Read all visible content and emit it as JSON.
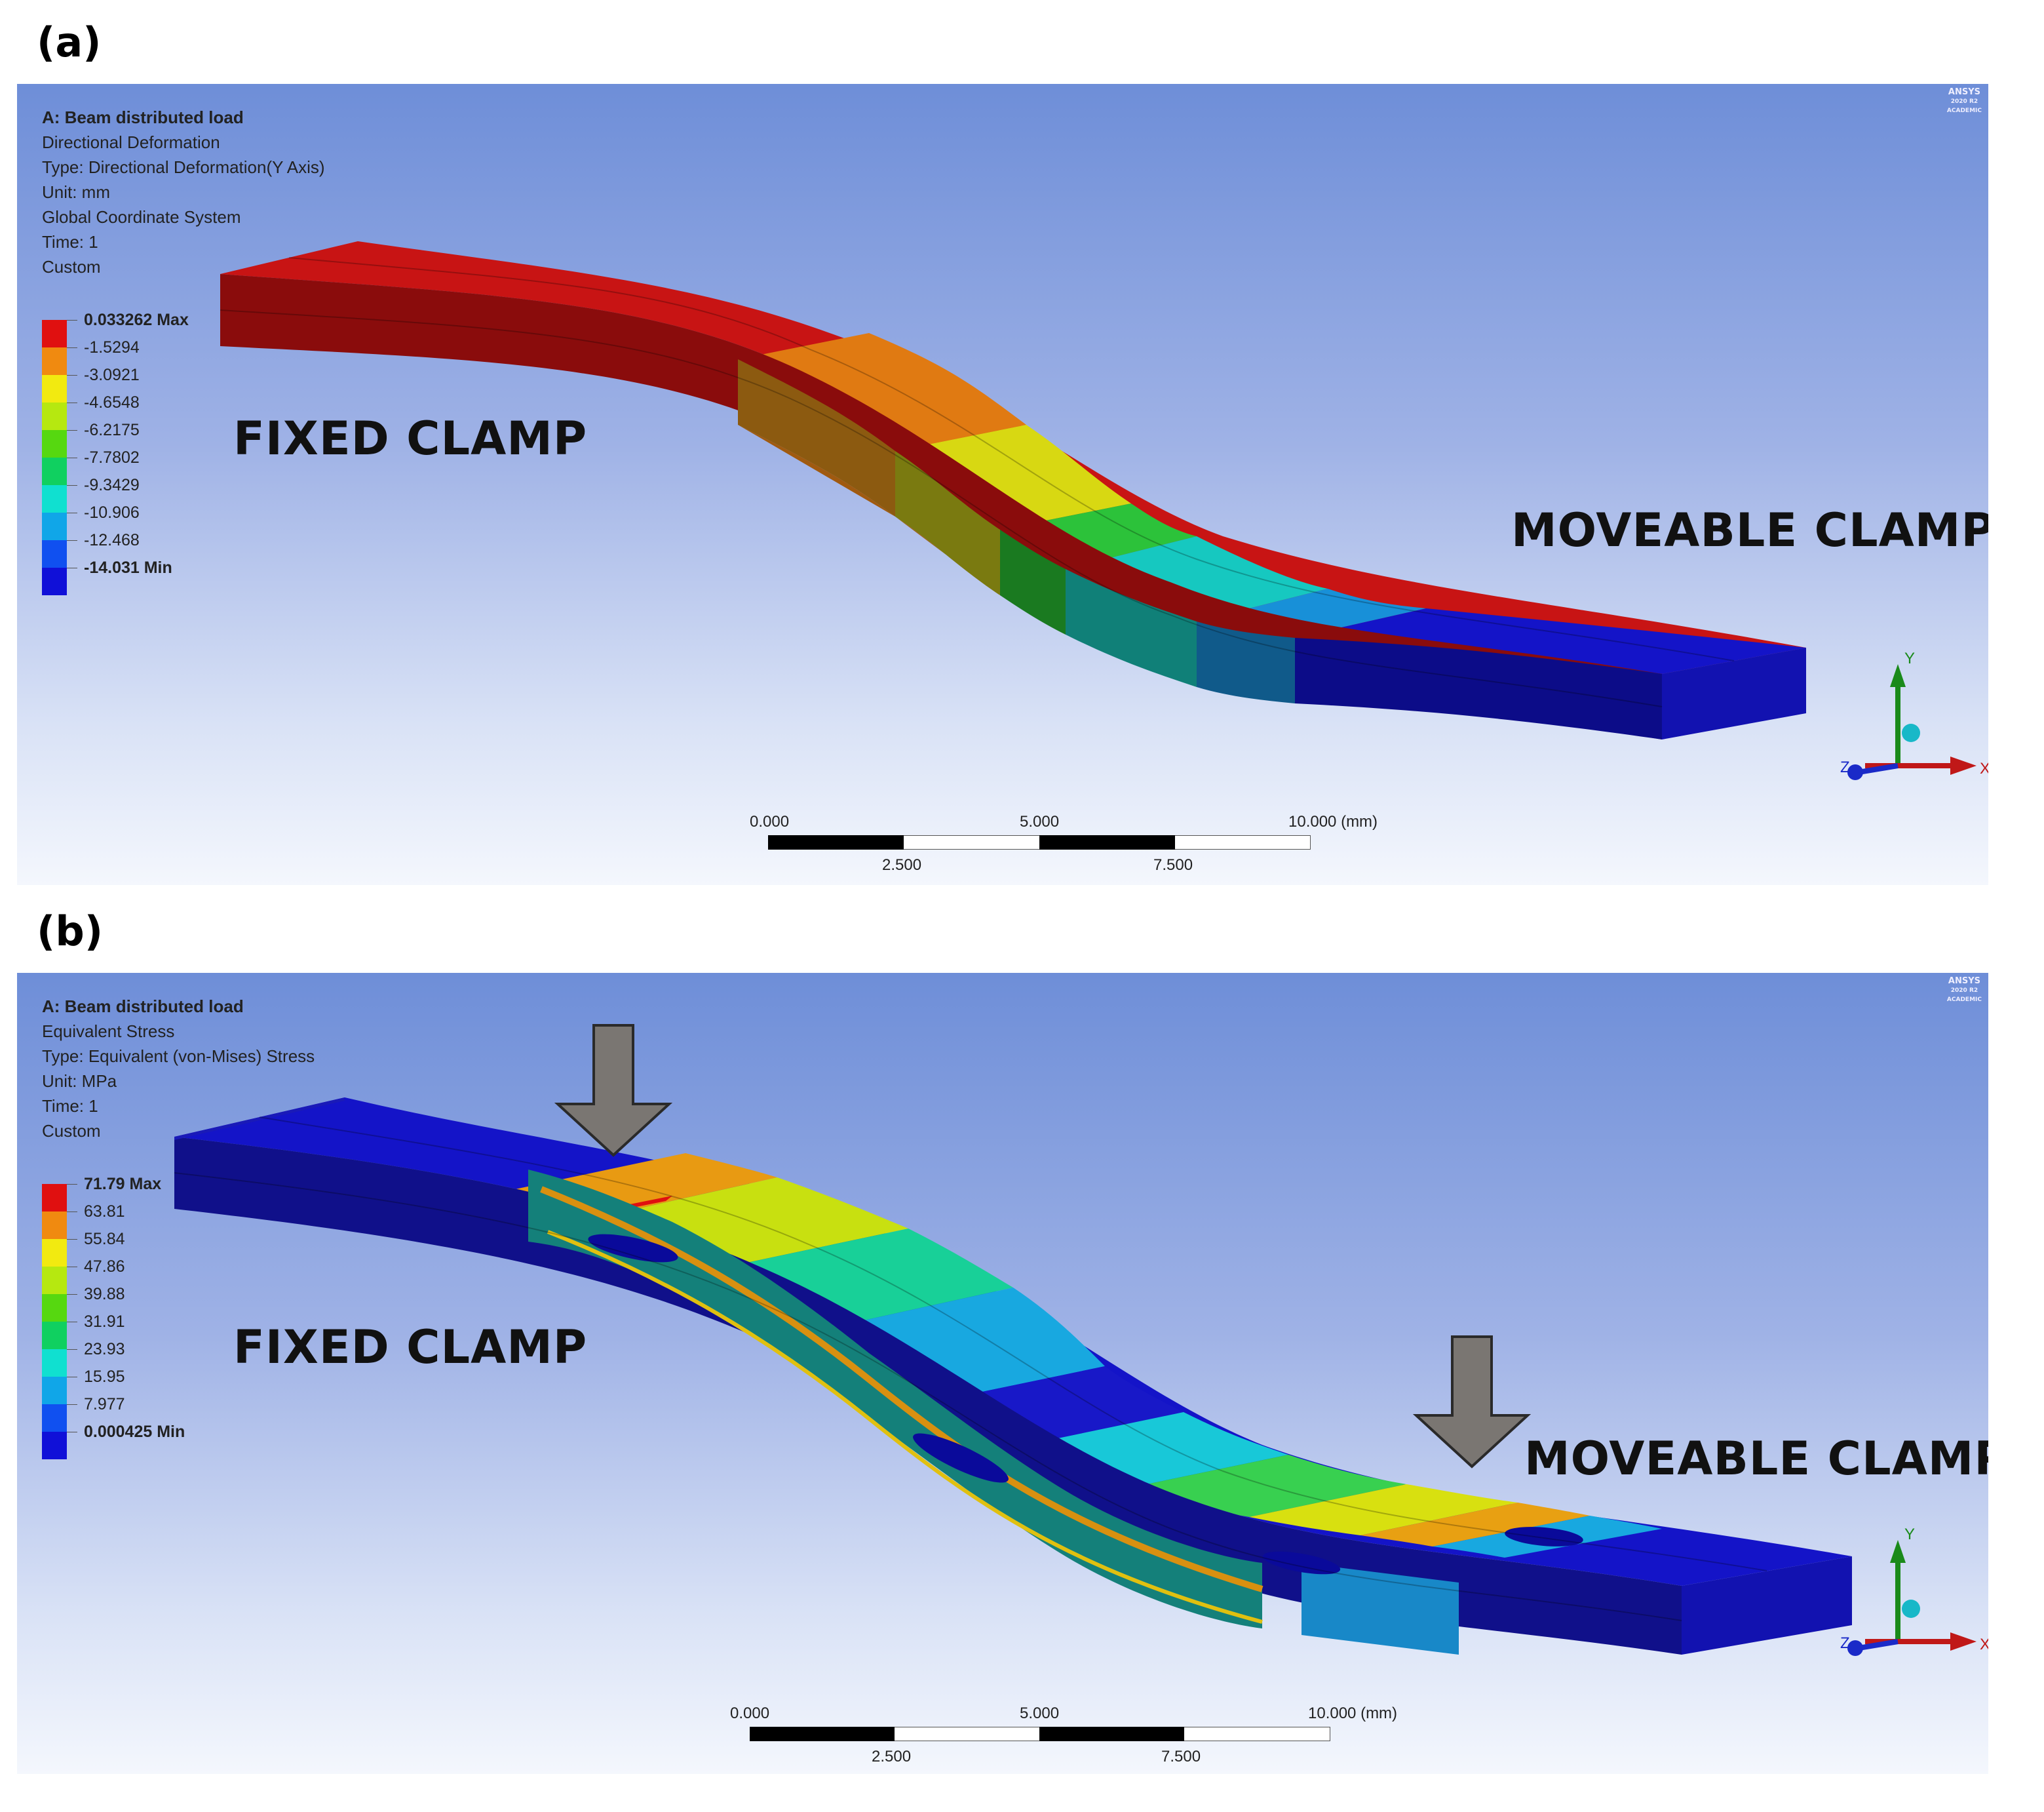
{
  "panel_a": {
    "tag": "(a)",
    "info": [
      "A: Beam distributed load",
      "Directional Deformation",
      "Type: Directional Deformation(Y Axis)",
      "Unit: mm",
      "Global Coordinate System",
      "Time: 1",
      "Custom"
    ],
    "legend": [
      {
        "label": "0.033262 Max",
        "color": "#e01010",
        "bold": true
      },
      {
        "label": "-1.5294",
        "color": "#f08a10",
        "bold": false
      },
      {
        "label": "-3.0921",
        "color": "#f2ea10",
        "bold": false
      },
      {
        "label": "-4.6548",
        "color": "#b6e810",
        "bold": false
      },
      {
        "label": "-6.2175",
        "color": "#56d810",
        "bold": false
      },
      {
        "label": "-7.7802",
        "color": "#10d060",
        "bold": false
      },
      {
        "label": "-9.3429",
        "color": "#10e0d0",
        "bold": false
      },
      {
        "label": "-10.906",
        "color": "#10a6e8",
        "bold": false
      },
      {
        "label": "-12.468",
        "color": "#1050f0",
        "bold": false
      },
      {
        "label": "-14.031 Min",
        "color": "#1010d8",
        "bold": true
      }
    ],
    "left_label": "FIXED CLAMP",
    "right_label": "MOVEABLE CLAMP"
  },
  "panel_b": {
    "tag": "(b)",
    "info": [
      "A: Beam distributed load",
      "Equivalent Stress",
      "Type: Equivalent (von-Mises) Stress",
      "Unit: MPa",
      "Time: 1",
      "Custom"
    ],
    "legend": [
      {
        "label": "71.79 Max",
        "color": "#e01010",
        "bold": true
      },
      {
        "label": "63.81",
        "color": "#f08a10",
        "bold": false
      },
      {
        "label": "55.84",
        "color": "#f2ea10",
        "bold": false
      },
      {
        "label": "47.86",
        "color": "#b6e810",
        "bold": false
      },
      {
        "label": "39.88",
        "color": "#56d810",
        "bold": false
      },
      {
        "label": "31.91",
        "color": "#10d060",
        "bold": false
      },
      {
        "label": "23.93",
        "color": "#10e0d0",
        "bold": false
      },
      {
        "label": "15.95",
        "color": "#10a6e8",
        "bold": false
      },
      {
        "label": "7.977",
        "color": "#1050f0",
        "bold": false
      },
      {
        "label": "0.000425 Min",
        "color": "#1010d8",
        "bold": true
      }
    ],
    "left_label": "FIXED CLAMP",
    "right_label": "MOVEABLE CLAMP"
  },
  "scale": {
    "t0": "0.000",
    "t5": "5.000",
    "t10": "10.000 (mm)",
    "t25": "2.500",
    "t75": "7.500"
  },
  "axes": {
    "x": "X",
    "y": "Y",
    "z": "Z"
  },
  "logo": [
    "ANSYS",
    "2020 R2",
    "ACADEMIC"
  ]
}
